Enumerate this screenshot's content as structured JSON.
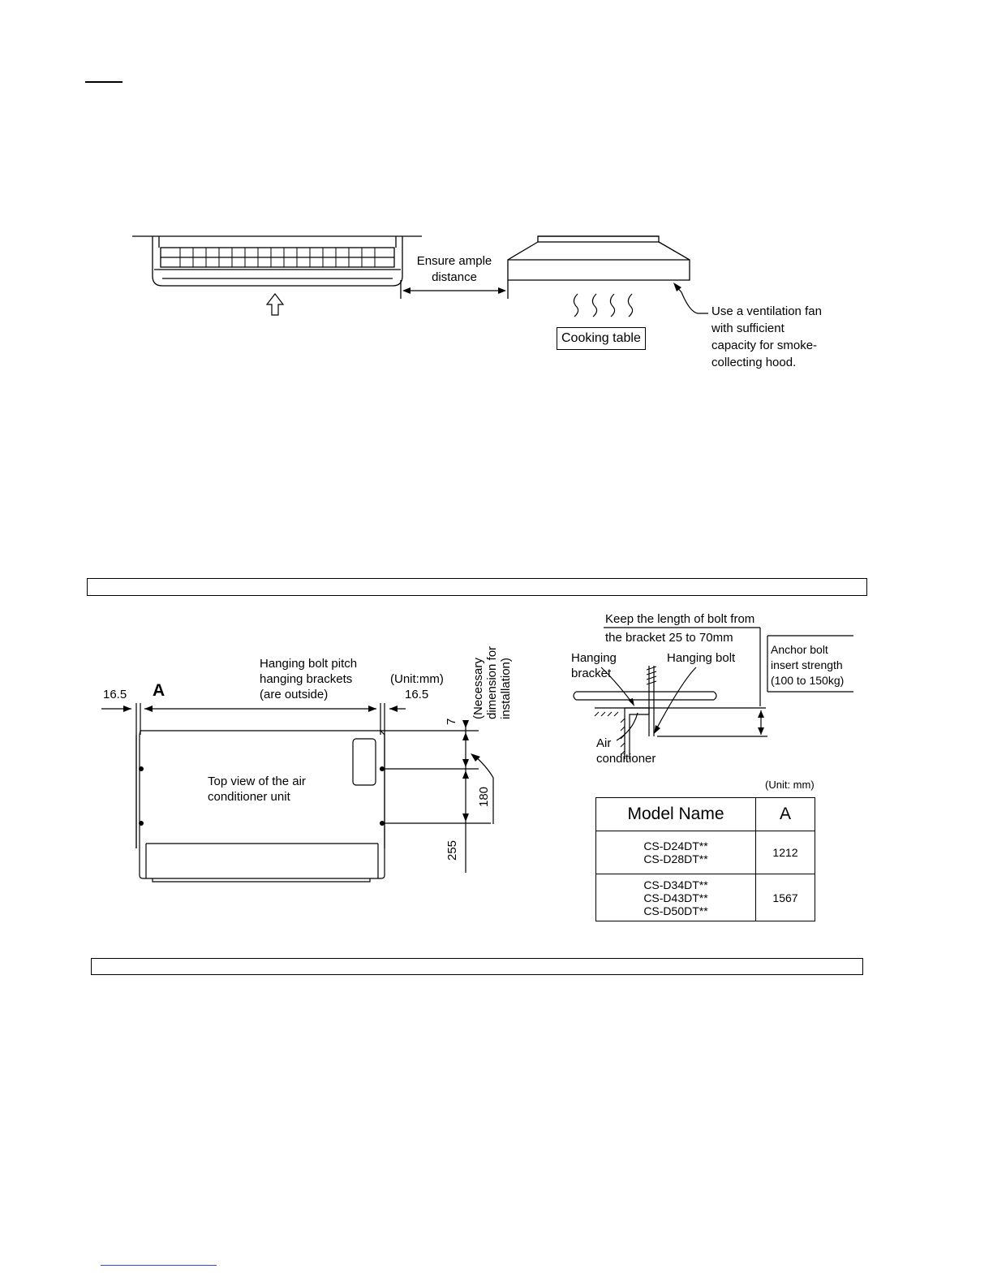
{
  "diagram1": {
    "ensure_line1": "Ensure ample",
    "ensure_line2": "distance",
    "cooking_table": "Cooking table",
    "vent_line1": "Use a ventilation fan",
    "vent_line2": "with sufficient",
    "vent_line3": "capacity for smoke-",
    "vent_line4": "collecting hood."
  },
  "diagram2": {
    "dim_left": "16.5",
    "label_a": "A",
    "pitch_line1": "Hanging bolt pitch",
    "pitch_line2": "hanging brackets",
    "pitch_line3": "(are outside)",
    "unit": "(Unit:mm)",
    "dim_right": "16.5",
    "necessary_line1": "(Necessary",
    "necessary_line2": "dimension for",
    "necessary_line3": "installation)",
    "dim_7": "7",
    "dim_180": "180",
    "dim_255": "255",
    "top_view_line1": "Top view of the air",
    "top_view_line2": "conditioner unit"
  },
  "diagram3": {
    "keep_line1": "Keep the length of bolt from",
    "keep_line2": "the bracket 25 to 70mm",
    "hanging_bracket_line1": "Hanging",
    "hanging_bracket_line2": "bracket",
    "hanging_bolt": "Hanging bolt",
    "anchor_line1": "Anchor bolt",
    "anchor_line2": "insert strength",
    "anchor_line3": "(100 to 150kg)",
    "air_line1": "Air",
    "air_line2": "conditioner"
  },
  "model_table": {
    "unit": "(Unit: mm)",
    "headers": [
      "Model Name",
      "A"
    ],
    "rows": [
      {
        "models": [
          "CS-D24DT**",
          "CS-D28DT**"
        ],
        "a": "1212"
      },
      {
        "models": [
          "CS-D34DT**",
          "CS-D43DT**",
          "CS-D50DT**"
        ],
        "a": "1567"
      }
    ]
  }
}
